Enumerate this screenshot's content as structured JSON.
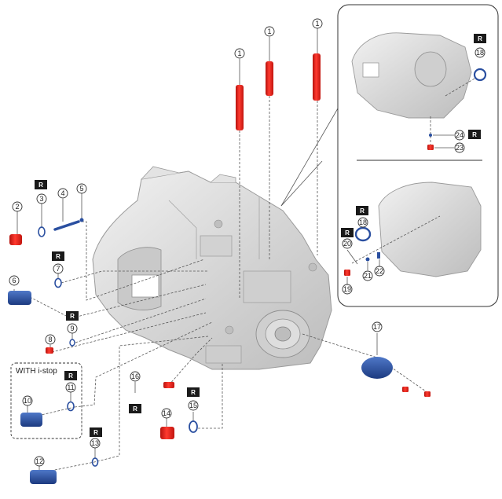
{
  "diagram": {
    "variant_caption": "WITH i-stop",
    "replace_badge": "R",
    "colors": {
      "housing": "#d9d9d9",
      "housing_edge": "#a8a8a8",
      "red_part": "#e0231d",
      "blue_part": "#2a4fa0",
      "leader": "#555555",
      "badge_bg": "#1a1a1a"
    },
    "callouts": [
      {
        "id": "c1a",
        "num": "1"
      },
      {
        "id": "c1b",
        "num": "1"
      },
      {
        "id": "c1c",
        "num": "1"
      },
      {
        "id": "c2",
        "num": "2"
      },
      {
        "id": "c3",
        "num": "3"
      },
      {
        "id": "c4",
        "num": "4"
      },
      {
        "id": "c5",
        "num": "5"
      },
      {
        "id": "c6",
        "num": "6"
      },
      {
        "id": "c7",
        "num": "7"
      },
      {
        "id": "c8",
        "num": "8"
      },
      {
        "id": "c9",
        "num": "9"
      },
      {
        "id": "c10",
        "num": "10"
      },
      {
        "id": "c11",
        "num": "11"
      },
      {
        "id": "c12",
        "num": "12"
      },
      {
        "id": "c13",
        "num": "13"
      },
      {
        "id": "c14",
        "num": "14"
      },
      {
        "id": "c15",
        "num": "15"
      },
      {
        "id": "c16",
        "num": "16"
      },
      {
        "id": "c17",
        "num": "17"
      },
      {
        "id": "c18a",
        "num": "18"
      },
      {
        "id": "c18b",
        "num": "18"
      },
      {
        "id": "c19",
        "num": "19"
      },
      {
        "id": "c20",
        "num": "20"
      },
      {
        "id": "c21",
        "num": "21"
      },
      {
        "id": "c22",
        "num": "22"
      },
      {
        "id": "c23",
        "num": "23"
      },
      {
        "id": "c24",
        "num": "24"
      }
    ]
  }
}
